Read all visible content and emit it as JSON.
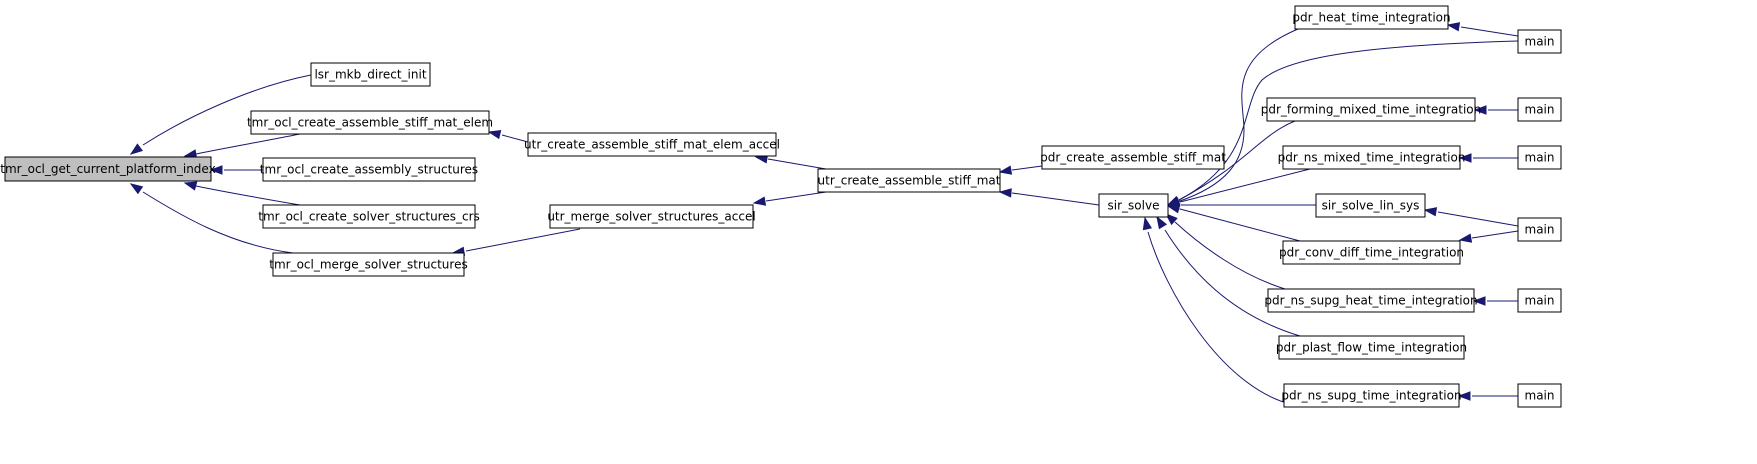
{
  "colors": {
    "node_fill": "#ffffff",
    "root_fill": "#bfbfbf",
    "node_border": "#000000",
    "edge": "#191970"
  },
  "nodes": [
    {
      "id": "n_root",
      "label": "tmr_ocl_get_current_platform_index",
      "highlighted": true
    },
    {
      "id": "n_lsr",
      "label": "lsr_mkb_direct_init"
    },
    {
      "id": "n_tmr_stiff",
      "label": "tmr_ocl_create_assemble_stiff_mat_elem"
    },
    {
      "id": "n_tmr_asm",
      "label": "tmr_ocl_create_assembly_structures"
    },
    {
      "id": "n_tmr_crs",
      "label": "tmr_ocl_create_solver_structures_crs"
    },
    {
      "id": "n_tmr_merge",
      "label": "tmr_ocl_merge_solver_structures"
    },
    {
      "id": "n_utr_accel",
      "label": "utr_create_assemble_stiff_mat_elem_accel"
    },
    {
      "id": "n_utr_merge",
      "label": "utr_merge_solver_structures_accel"
    },
    {
      "id": "n_utr_stiff",
      "label": "utr_create_assemble_stiff_mat"
    },
    {
      "id": "n_pdr_stiff",
      "label": "pdr_create_assemble_stiff_mat"
    },
    {
      "id": "n_sir",
      "label": "sir_solve"
    },
    {
      "id": "n_heat",
      "label": "pdr_heat_time_integration"
    },
    {
      "id": "n_forming",
      "label": "pdr_forming_mixed_time_integration"
    },
    {
      "id": "n_ns_mixed",
      "label": "pdr_ns_mixed_time_integration"
    },
    {
      "id": "n_linsys",
      "label": "sir_solve_lin_sys"
    },
    {
      "id": "n_conv",
      "label": "pdr_conv_diff_time_integration"
    },
    {
      "id": "n_supg_heat",
      "label": "pdr_ns_supg_heat_time_integration"
    },
    {
      "id": "n_plast",
      "label": "pdr_plast_flow_time_integration"
    },
    {
      "id": "n_supg",
      "label": "pdr_ns_supg_time_integration"
    },
    {
      "id": "n_main1",
      "label": "main"
    },
    {
      "id": "n_main2",
      "label": "main"
    },
    {
      "id": "n_main3",
      "label": "main"
    },
    {
      "id": "n_main4",
      "label": "main"
    },
    {
      "id": "n_main5",
      "label": "main"
    },
    {
      "id": "n_main6",
      "label": "main"
    }
  ],
  "edges": [
    {
      "from": "n_lsr",
      "to": "n_root"
    },
    {
      "from": "n_tmr_stiff",
      "to": "n_root"
    },
    {
      "from": "n_tmr_asm",
      "to": "n_root"
    },
    {
      "from": "n_tmr_crs",
      "to": "n_root"
    },
    {
      "from": "n_tmr_merge",
      "to": "n_root"
    },
    {
      "from": "n_utr_accel",
      "to": "n_tmr_stiff"
    },
    {
      "from": "n_utr_merge",
      "to": "n_tmr_merge"
    },
    {
      "from": "n_utr_stiff",
      "to": "n_utr_accel"
    },
    {
      "from": "n_utr_stiff",
      "to": "n_utr_merge"
    },
    {
      "from": "n_pdr_stiff",
      "to": "n_utr_stiff"
    },
    {
      "from": "n_sir",
      "to": "n_utr_stiff"
    },
    {
      "from": "n_heat",
      "to": "n_sir"
    },
    {
      "from": "n_main1",
      "to": "n_sir"
    },
    {
      "from": "n_forming",
      "to": "n_sir"
    },
    {
      "from": "n_ns_mixed",
      "to": "n_sir"
    },
    {
      "from": "n_linsys",
      "to": "n_sir"
    },
    {
      "from": "n_conv",
      "to": "n_sir"
    },
    {
      "from": "n_supg_heat",
      "to": "n_sir"
    },
    {
      "from": "n_plast",
      "to": "n_sir"
    },
    {
      "from": "n_supg",
      "to": "n_sir"
    },
    {
      "from": "n_main1",
      "to": "n_heat"
    },
    {
      "from": "n_main2",
      "to": "n_forming"
    },
    {
      "from": "n_main3",
      "to": "n_ns_mixed"
    },
    {
      "from": "n_main4",
      "to": "n_linsys"
    },
    {
      "from": "n_main4",
      "to": "n_conv"
    },
    {
      "from": "n_main5",
      "to": "n_supg_heat"
    },
    {
      "from": "n_main6",
      "to": "n_supg"
    }
  ]
}
